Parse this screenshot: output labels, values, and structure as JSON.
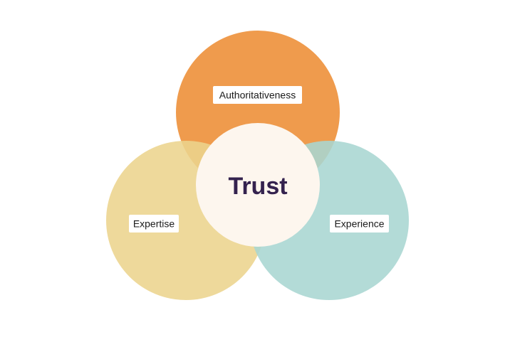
{
  "diagram": {
    "center": {
      "label": "Trust",
      "color": "#fdf6ee",
      "text_color": "#34224e"
    },
    "circles": [
      {
        "id": "authoritativeness",
        "label": "Authoritativeness",
        "color": "#ee9340"
      },
      {
        "id": "expertise",
        "label": "Expertise",
        "color": "#ecd48d"
      },
      {
        "id": "experience",
        "label": "Experience",
        "color": "#a9d6d2"
      }
    ],
    "label_box_color": "#ffffff",
    "label_text_color": "#1a1a1a"
  }
}
